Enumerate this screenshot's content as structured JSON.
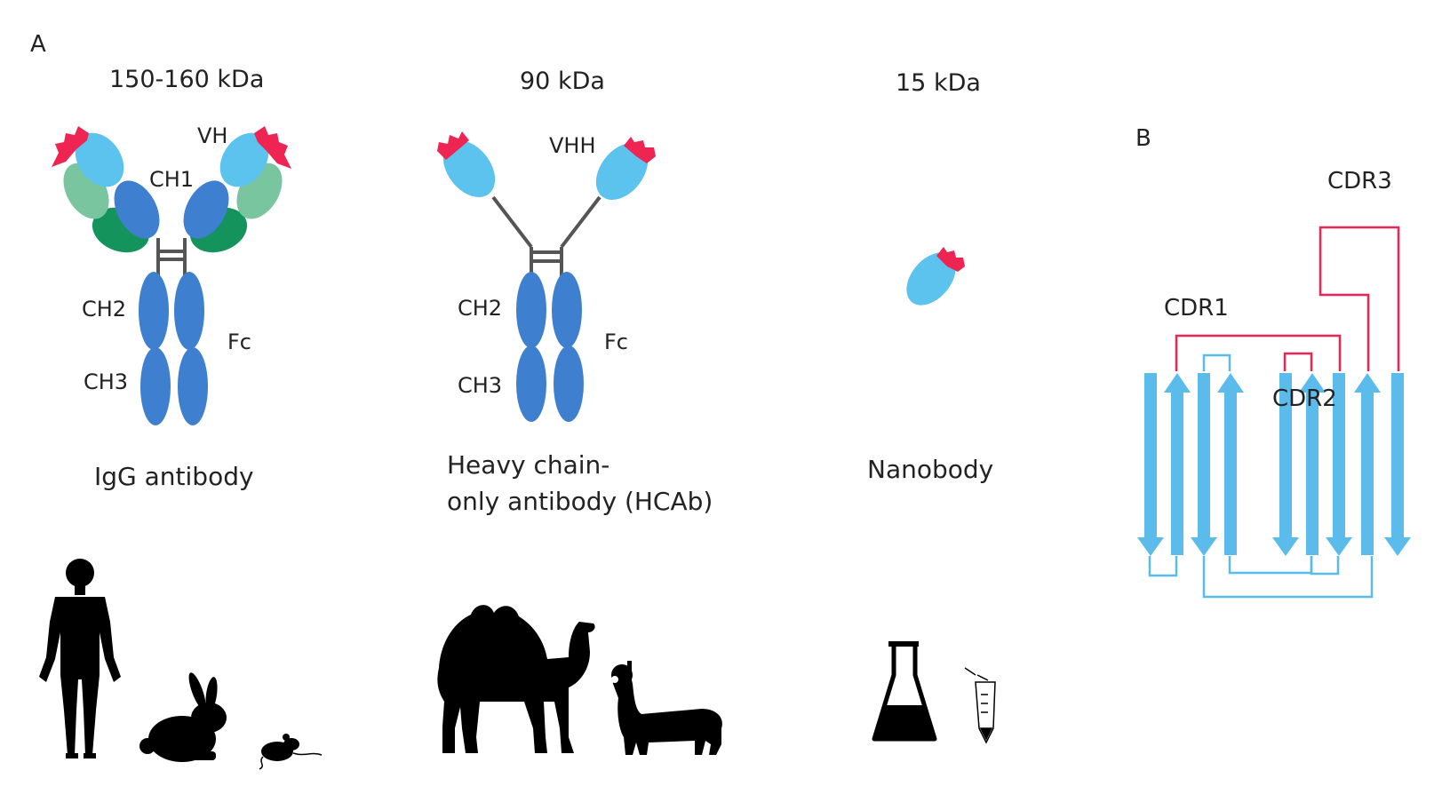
{
  "panel_a": {
    "letter": "A",
    "igg": {
      "mass": "150-160 kDa",
      "name": "IgG antibody",
      "domains": {
        "vh": "VH",
        "ch1": "CH1",
        "ch2": "CH2",
        "ch3": "CH3",
        "fc": "Fc"
      }
    },
    "hcab": {
      "mass": "90 kDa",
      "name_line1": "Heavy chain-",
      "name_line2": "only antibody (HCAb)",
      "domains": {
        "vhh": "VHH",
        "ch2": "CH2",
        "ch3": "CH3",
        "fc": "Fc"
      }
    },
    "nanobody": {
      "mass": "15 kDa",
      "name": "Nanobody"
    }
  },
  "panel_b": {
    "letter": "B",
    "cdr1": "CDR1",
    "cdr2": "CDR2",
    "cdr3": "CDR3"
  },
  "colors": {
    "vh_light_blue": "#5bc3ee",
    "constant_blue": "#3f7fcf",
    "light_chain_green": "#78c5a0",
    "dark_green": "#14935c",
    "cdr_red": "#ee2452",
    "hinge_gray": "#555555",
    "silhouette": "#000000",
    "strand_blue": "#5bbcec"
  },
  "icons": [
    "human-silhouette",
    "rabbit-silhouette",
    "mouse-silhouette",
    "camel-silhouette",
    "alpaca-silhouette",
    "flask-icon",
    "tube-icon"
  ]
}
